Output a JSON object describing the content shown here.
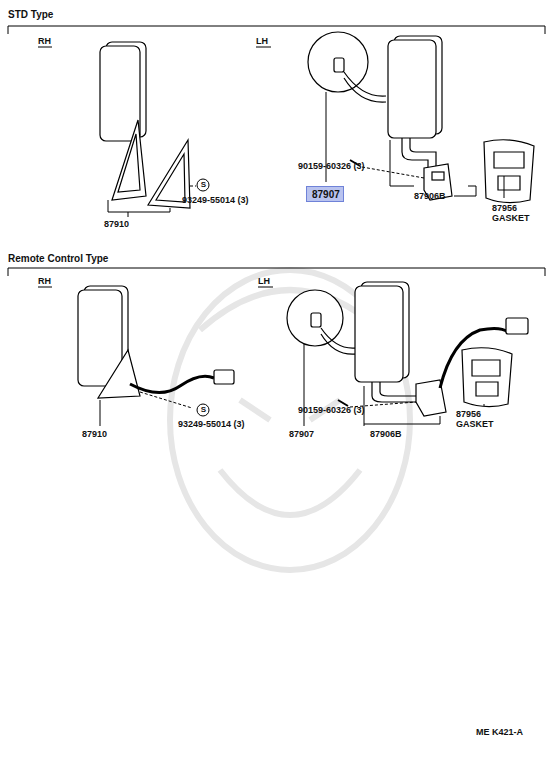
{
  "diagram": {
    "nodes": [
      {
        "text": [
          "87907"
        ]
      }
    ],
    "edges": [],
    "labels": [
      "STD Type",
      "RH",
      "LH",
      "87910",
      "S",
      "93249-55014 (3)",
      "90159-60326 (3)",
      "87906B",
      "87956",
      "GASKET",
      "Remote Control Type",
      "RH",
      "LH",
      "S",
      "93249-55014 (3)",
      "87910",
      "90159-60326 (3)",
      "87907",
      "87906B",
      "87956",
      "GASKET",
      "ME K421-A"
    ]
  }
}
